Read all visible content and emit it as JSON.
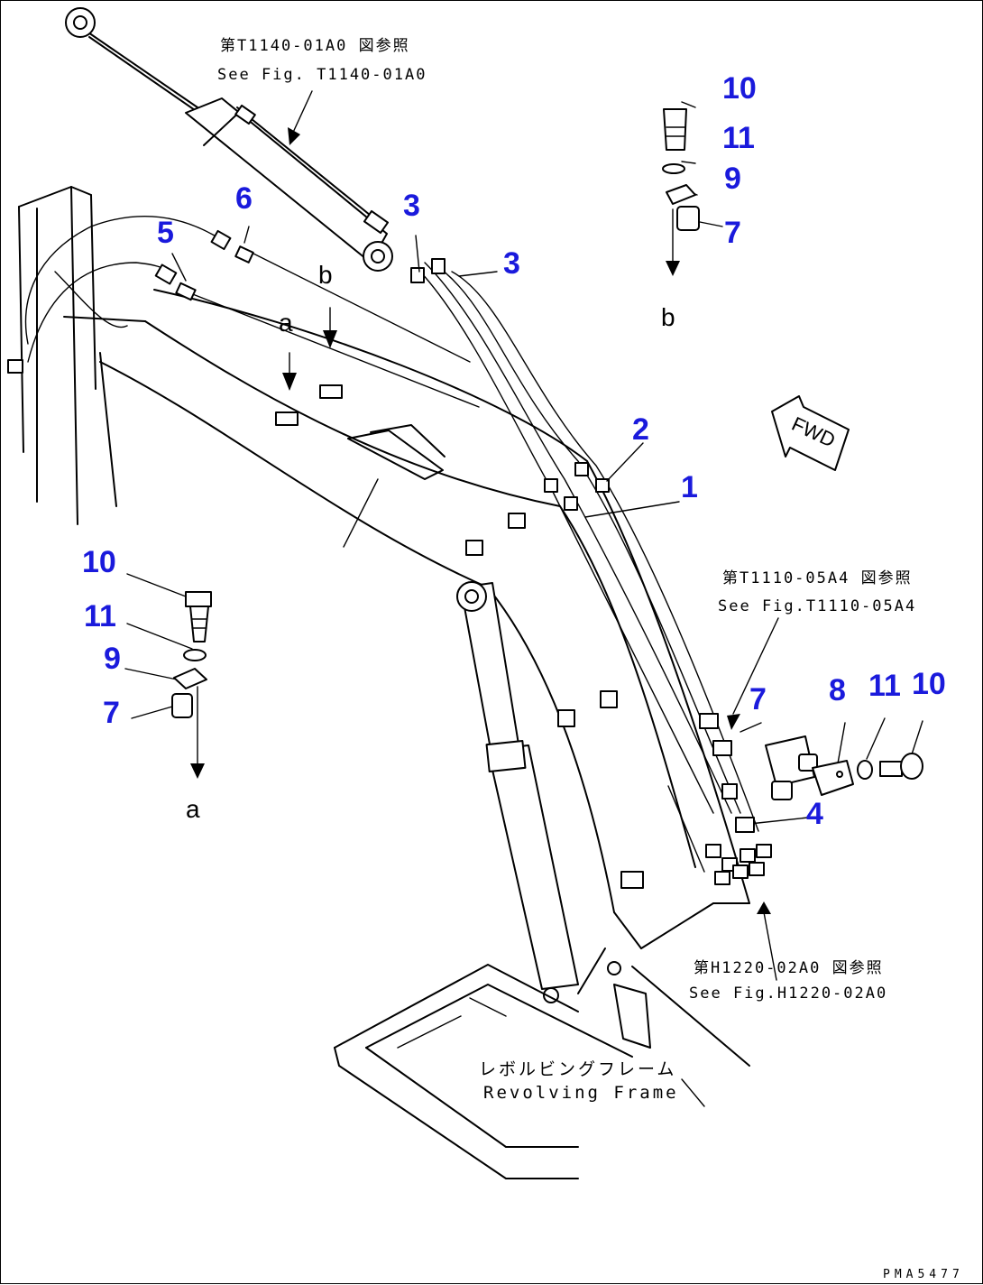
{
  "diagram": {
    "refs": {
      "top": {
        "jp": "第T1140-01A0 図参照",
        "en": "See Fig. T1140-01A0"
      },
      "right": {
        "jp": "第T1110-05A4 図参照",
        "en": "See Fig.T1110-05A4"
      },
      "bottom": {
        "jp": "第H1220-02A0 図参照",
        "en": "See Fig.H1220-02A0"
      }
    },
    "frame_label": {
      "jp": "レボルビングフレーム",
      "en": "Revolving Frame"
    },
    "fwd_label": "FWD",
    "view_letters": {
      "a": "a",
      "b": "b"
    },
    "callouts": {
      "n1": "1",
      "n2": "2",
      "n3a": "3",
      "n3b": "3",
      "n4": "4",
      "n5": "5",
      "n6": "6",
      "n7_detail_b": "7",
      "n7_detail_a": "7",
      "n7_right": "7",
      "n8": "8",
      "n9_detail_b": "9",
      "n9_detail_a": "9",
      "n10_detail_b": "10",
      "n10_detail_a": "10",
      "n10_right": "10",
      "n11_detail_b": "11",
      "n11_detail_a": "11",
      "n11_right": "11"
    },
    "drawing_code": "PMA5477"
  }
}
